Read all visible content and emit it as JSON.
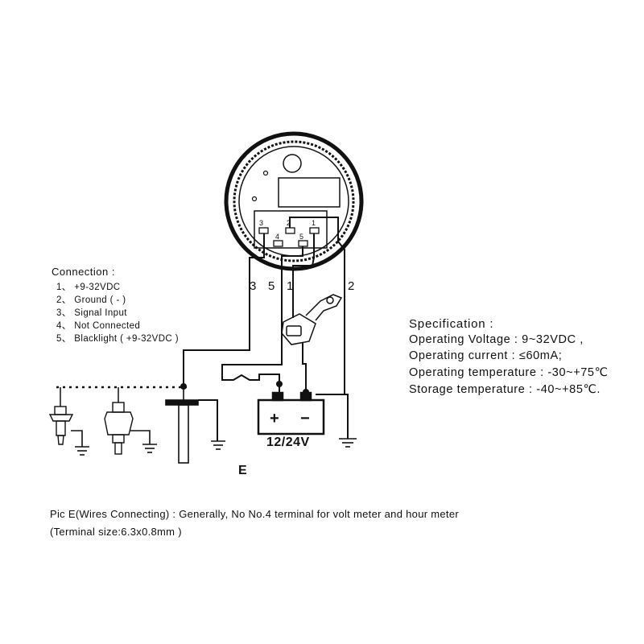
{
  "connection": {
    "title": "Connection :",
    "items": [
      "1、 +9-32VDC",
      "2、 Ground ( - )",
      "3、 Signal  Input",
      "4、 Not Connected",
      "5、 Blacklight ( +9-32VDC )"
    ]
  },
  "specification": {
    "title": "Specification :",
    "lines": [
      "Operating Voltage : 9~32VDC ,",
      "Operating current : ≤60mA;",
      "Operating temperature : -30~+75℃",
      "Storage temperature : -40~+85℃."
    ]
  },
  "wires": {
    "w3": "3",
    "w5": "5",
    "w1": "1",
    "w2": "2"
  },
  "gauge_terminals": {
    "t3": "3",
    "t2": "2",
    "t1": "1",
    "t4": "4",
    "t5": "5"
  },
  "battery": {
    "label": "12/24V",
    "plus": "+",
    "minus": "−"
  },
  "e_label": "E",
  "note": {
    "line1": "Pic E(Wires Connecting) : Generally, No No.4 terminal for volt meter and hour meter",
    "line2": "(Terminal size:6.3x0.8mm )"
  }
}
